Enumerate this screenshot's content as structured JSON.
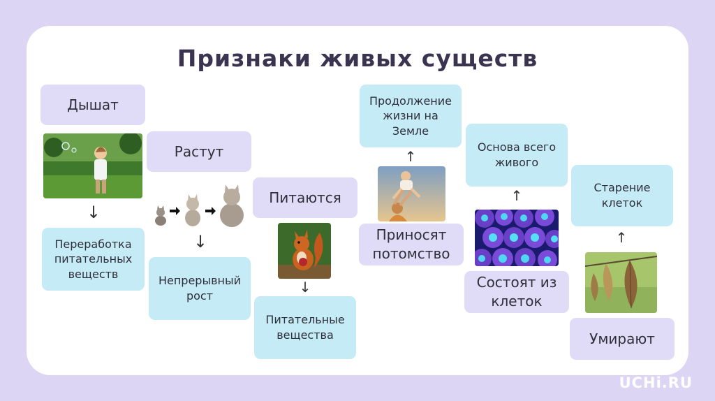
{
  "title": "Признаки живых существ",
  "columns": [
    {
      "top_label": "Дышат",
      "bottom_label": "Переработка питательных веществ"
    },
    {
      "top_label": "Растут",
      "bottom_label": "Непрерывный рост"
    },
    {
      "top_label": "Питаются",
      "bottom_label": "Питательные вещества"
    },
    {
      "top_label": "Приносят потомство",
      "upper_label": "Продолжение жизни на Земле"
    },
    {
      "top_label": "Состоят из клеток",
      "upper_label": "Основа всего живого"
    },
    {
      "top_label": "Умирают",
      "upper_label": "Старение клеток"
    }
  ],
  "arrows": {
    "down": "↓",
    "up": "↑",
    "right": "➜"
  },
  "logo": "UCHi.RU",
  "colors": {
    "background": "#dcd6f4",
    "lavender_box": "#e0dcf7",
    "blue_box": "#c5ebf6",
    "title": "#3b3450"
  },
  "images": [
    "child-blowing-bubbles-photo",
    "kitten-to-cat-growth-photos",
    "squirrel-eating-photo",
    "parent-lifting-child-photo",
    "cells-microscope-photo",
    "dry-autumn-leaves-photo"
  ]
}
